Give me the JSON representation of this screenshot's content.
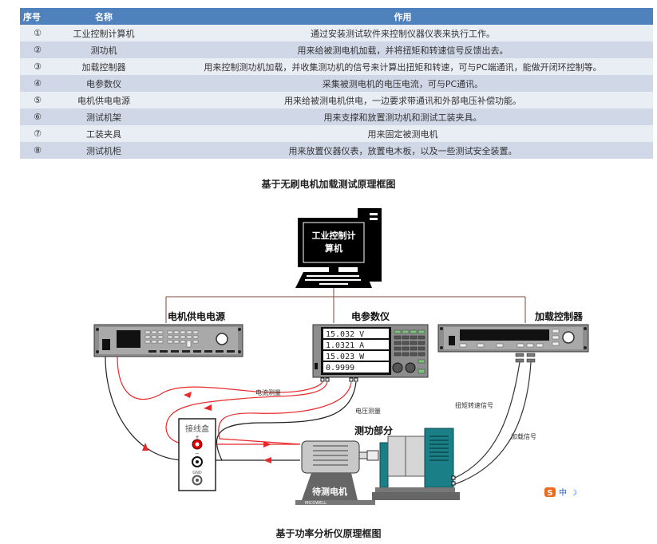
{
  "table": {
    "headers": {
      "no": "序号",
      "name": "名称",
      "function": "作用"
    },
    "rows": [
      {
        "no": "①",
        "name": "工业控制计算机",
        "function": "通过安装测试软件来控制仪器仪表来执行工作。"
      },
      {
        "no": "②",
        "name": "测功机",
        "function": "用来给被测电机加载，并将扭矩和转速信号反馈出去。"
      },
      {
        "no": "③",
        "name": "加载控制器",
        "function": "用来控制测功机加载，并收集测功机的信号来计算出扭矩和转速，可与PC端通讯，能做开闭环控制等。"
      },
      {
        "no": "④",
        "name": "电参数仪",
        "function": "采集被测电机的电压电流，可与PC通讯。"
      },
      {
        "no": "⑤",
        "name": "电机供电电源",
        "function": "用来给被测电机供电，一边要求带通讯和外部电压补偿功能。"
      },
      {
        "no": "⑥",
        "name": "测试机架",
        "function": "用来支撑和放置测功机和测试工装夹具。"
      },
      {
        "no": "⑦",
        "name": "工装夹具",
        "function": "用来固定被测电机"
      },
      {
        "no": "⑧",
        "name": "测试机柜",
        "function": "用来放置仪器仪表，放置电木板，以及一些测试安全装置。"
      }
    ]
  },
  "caption_top": "基于无刷电机加载测试原理框图",
  "caption_bottom": "基于功率分析仪原理框图",
  "diagram": {
    "computer_label_line1": "工业控制计",
    "computer_label_line2": "算机",
    "power_supply_label": "电机供电电源",
    "power_analyzer_label": "电参数仪",
    "load_controller_label": "加载控制器",
    "analyzer_readings": [
      "15.032 V",
      "1.0321 A",
      "15.023 W",
      "0.9999"
    ],
    "current_measure_label": "电流测量",
    "voltage_measure_label": "电压测量",
    "torque_speed_signal_label": "扭矩转速信号",
    "load_signal_label": "加载信号",
    "junction_box_label": "接线盒",
    "plus_label": "+",
    "minus_label": "−",
    "gnd_label": "GND",
    "dyno_section_label": "测功部分",
    "motor_under_test_label": "待测电机",
    "brand_label": "MICOWELL",
    "ime_label": "中"
  },
  "colors": {
    "header_bg": "#4f81bd",
    "row_odd": "#e9edf4",
    "row_even": "#d0d8e8",
    "wire_red": "#e8282b",
    "dyno_teal": "#1a7f86"
  }
}
